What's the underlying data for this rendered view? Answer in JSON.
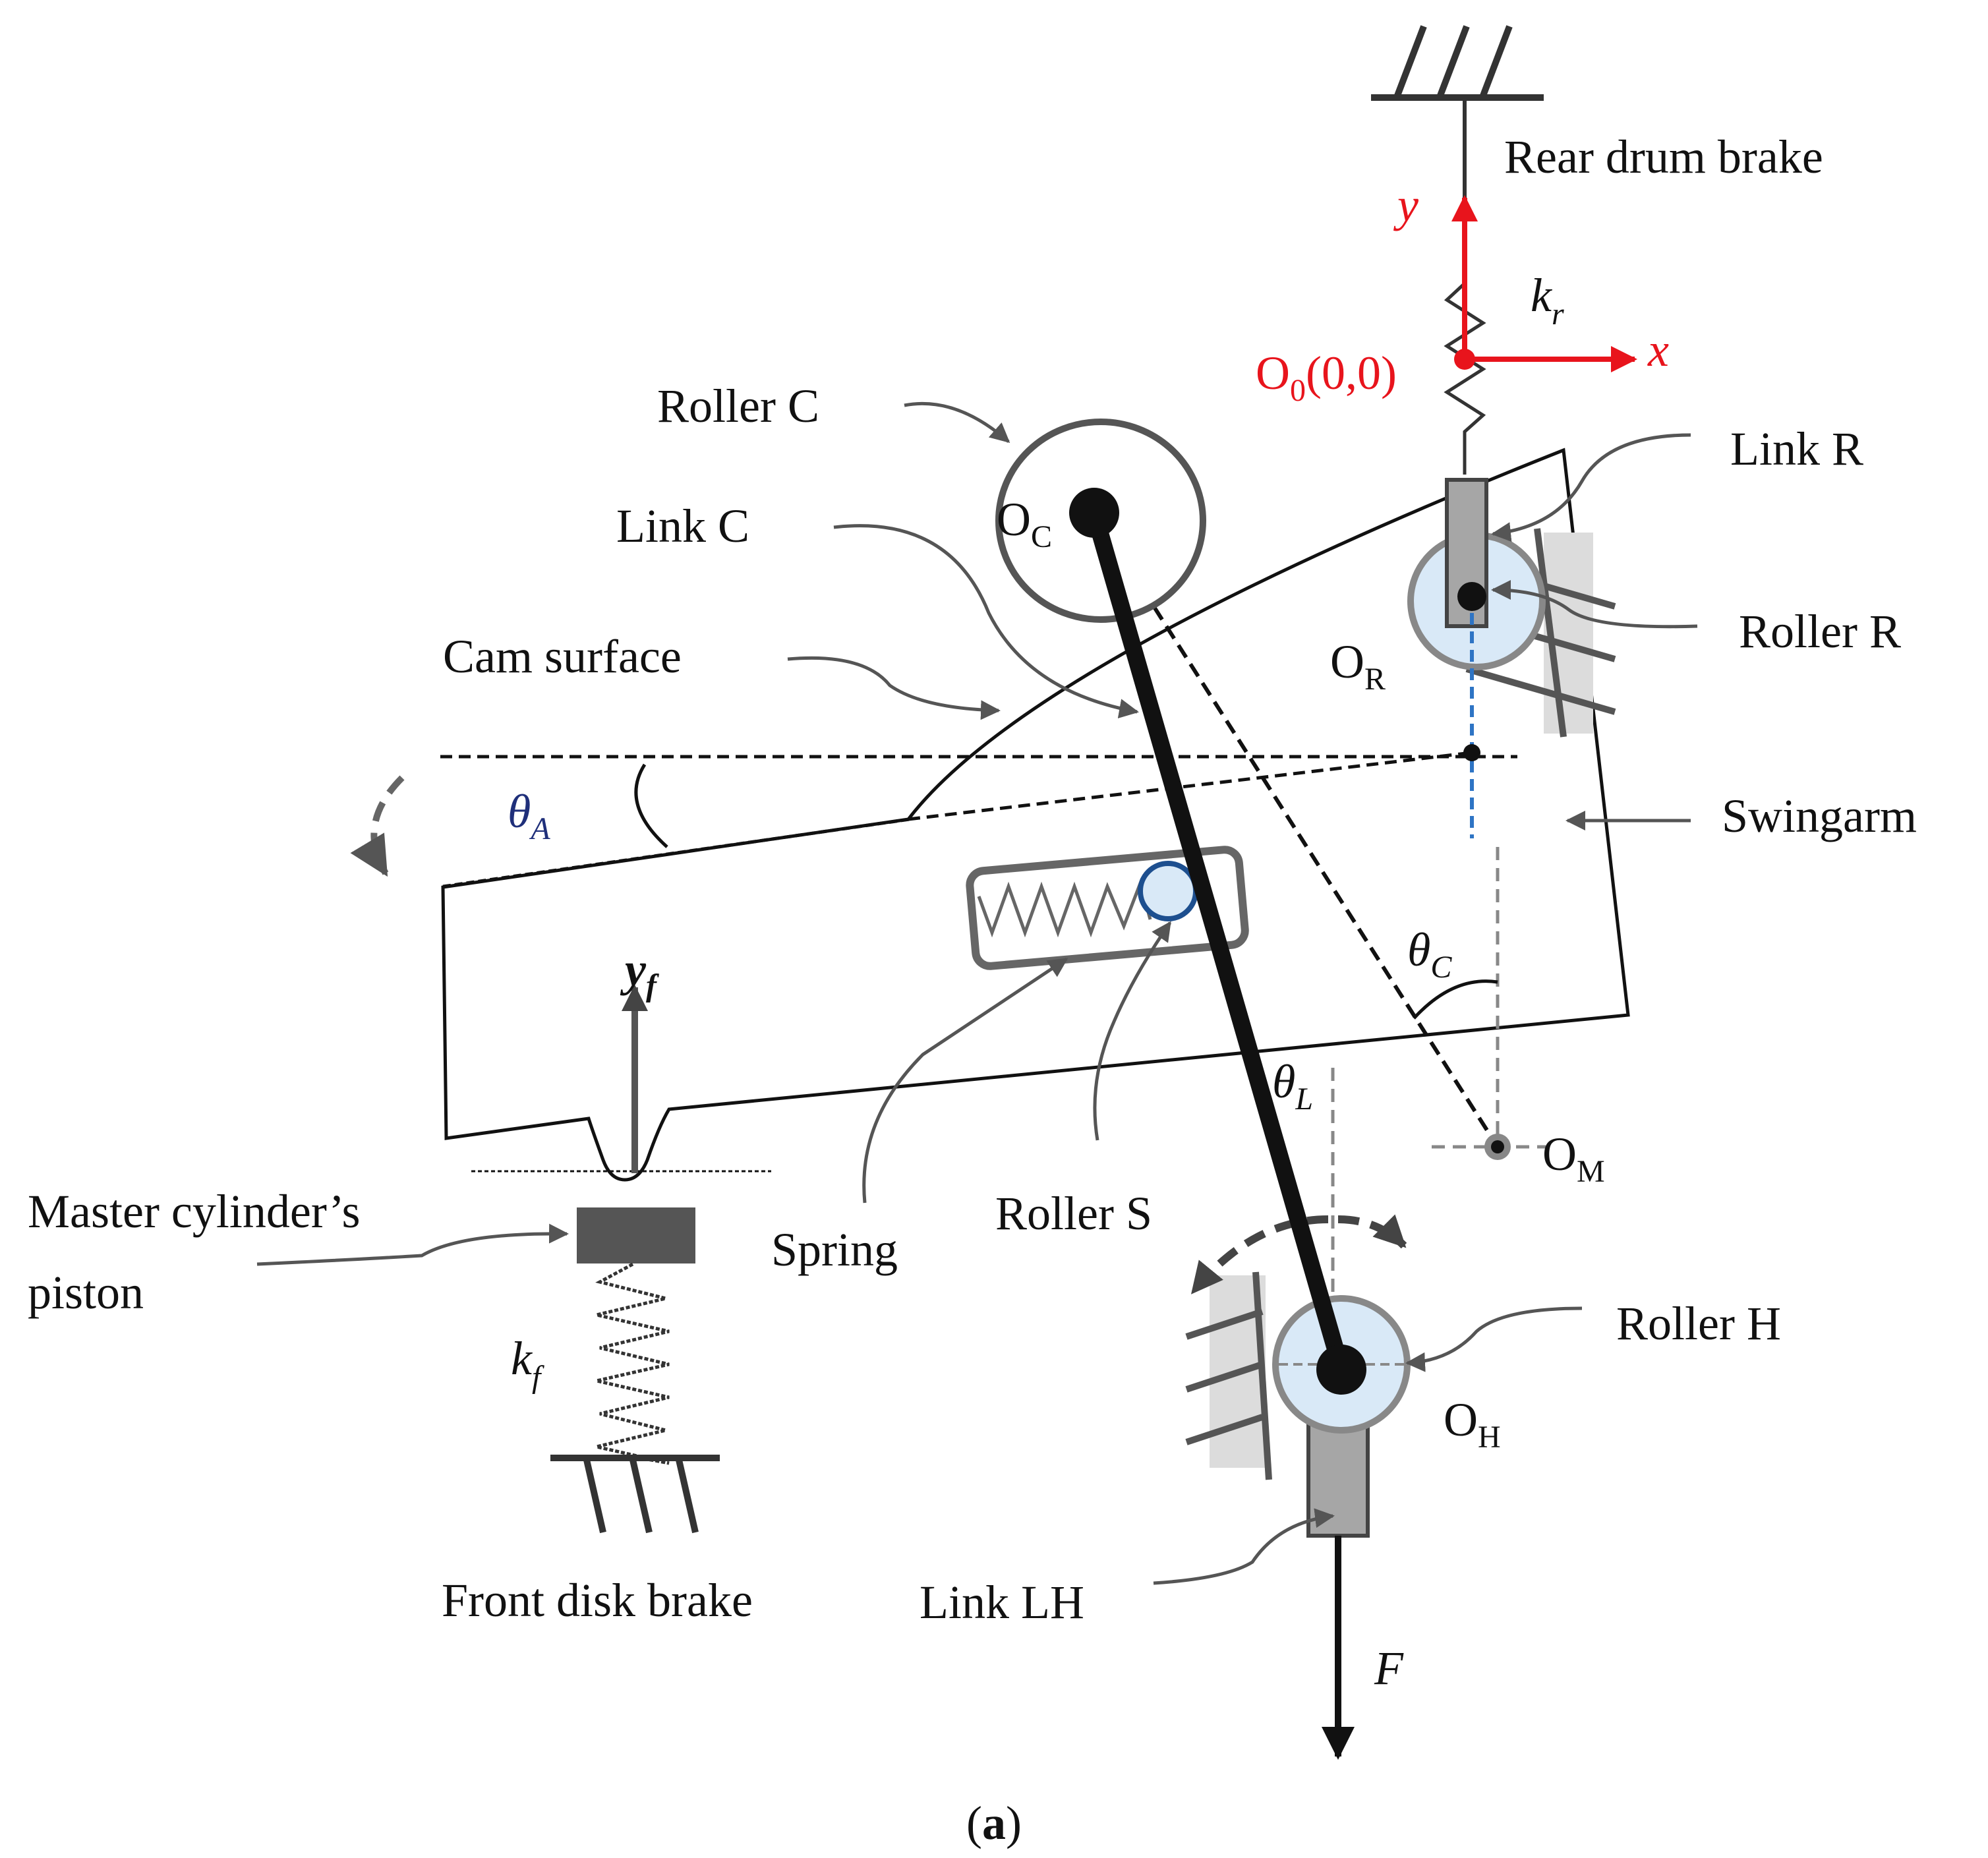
{
  "labels": {
    "rear_drum_brake": "Rear drum brake",
    "axis_y": "y",
    "axis_x": "x",
    "k_r_main": "k",
    "k_r_sub": "r",
    "origin_main": "O",
    "origin_sub": "0",
    "origin_coords": "(0,0)",
    "roller_c": "Roller C",
    "o_c_main": "O",
    "o_c_sub": "C",
    "link_c": "Link C",
    "link_r": "Link R",
    "roller_r": "Roller R",
    "o_r_main": "O",
    "o_r_sub": "R",
    "cam_surface": "Cam surface",
    "swingarm": "Swingarm",
    "theta_a_main": "θ",
    "theta_a_sub": "A",
    "theta_c_main": "θ",
    "theta_c_sub": "C",
    "theta_l_main": "θ",
    "theta_l_sub": "L",
    "y_f_main": "y",
    "y_f_sub": "f",
    "master_cylinder_line1": "Master cylinder’s",
    "master_cylinder_line2": "piston",
    "k_f_main": "k",
    "k_f_sub": "f",
    "spring": "Spring",
    "roller_s": "Roller S",
    "o_m_main": "O",
    "o_m_sub": "M",
    "roller_h": "Roller H",
    "o_h_main": "O",
    "o_h_sub": "H",
    "front_disk_brake": "Front disk brake",
    "link_lh": "Link LH",
    "force_f": "F",
    "caption_open": "(",
    "caption_letter": "a",
    "caption_close": ")"
  },
  "colors": {
    "line": "#111111",
    "gray": "#555555",
    "axis_red": "#e8141c",
    "roller_fill": "#d9e9f7",
    "hatch_gray": "#dcdcdc",
    "link_gray": "#a6a6a6",
    "dash_blue": "#2e74c4",
    "theta_blue": "#1f2f7a",
    "roller_s_stroke": "#1d4f8f"
  }
}
